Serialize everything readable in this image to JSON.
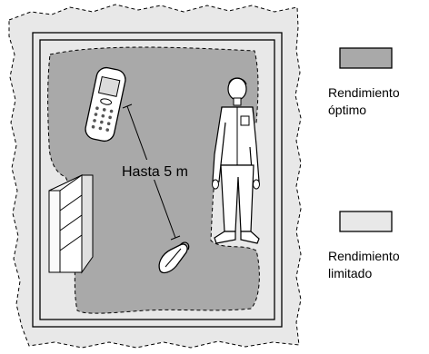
{
  "diagram": {
    "distance_label": "Hasta 5 m"
  },
  "legend": {
    "optimal": {
      "line1": "Rendimiento",
      "line2": "óptimo",
      "color": "#a9a9a9"
    },
    "limited": {
      "line1": "Rendimiento",
      "line2": "limitado",
      "color": "#e8e8e8"
    }
  },
  "icons": {
    "phone": "mobile-phone-icon",
    "headset": "bluetooth-headset-icon",
    "person": "standing-man-icon",
    "shelf": "bookshelf-icon"
  }
}
